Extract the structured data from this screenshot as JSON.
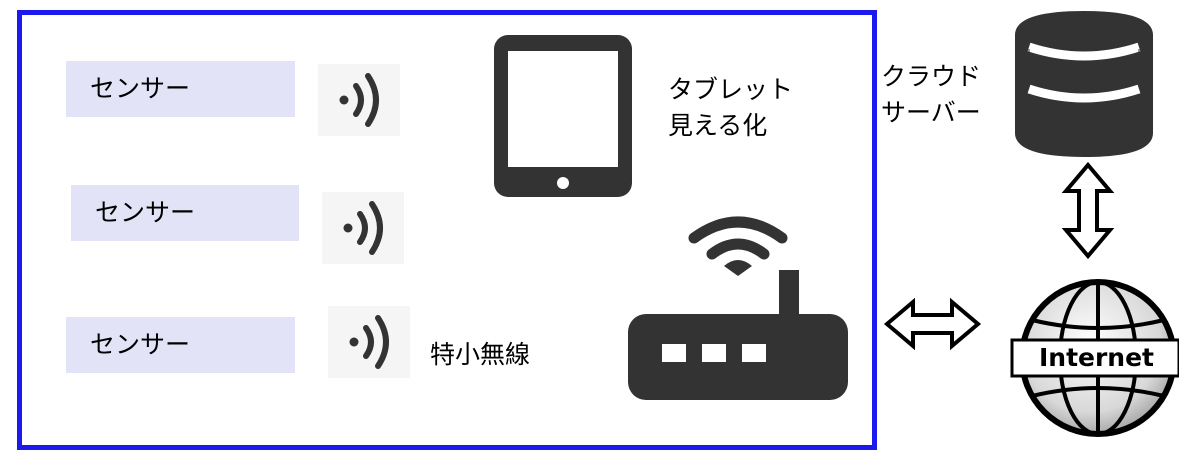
{
  "sensors": [
    {
      "label": "センサー"
    },
    {
      "label": "センサー"
    },
    {
      "label": "センサー"
    }
  ],
  "tablet": {
    "line1": "タブレット",
    "line2": "見える化"
  },
  "radio": {
    "label": "特小無線"
  },
  "cloud": {
    "line1": "クラウド",
    "line2": "サーバー"
  },
  "internet": {
    "label": "Internet"
  },
  "icons": {
    "sensor_signal": "wireless-signal-icon",
    "tablet": "tablet-icon",
    "router": "wifi-router-icon",
    "database": "database-icon",
    "globe": "globe-icon",
    "arrow_horizontal": "double-arrow-horizontal-icon",
    "arrow_vertical": "double-arrow-vertical-icon"
  },
  "colors": {
    "frame_border": "#1a1aee",
    "sensor_box": "#e3e3f8",
    "icon": "#333333"
  }
}
